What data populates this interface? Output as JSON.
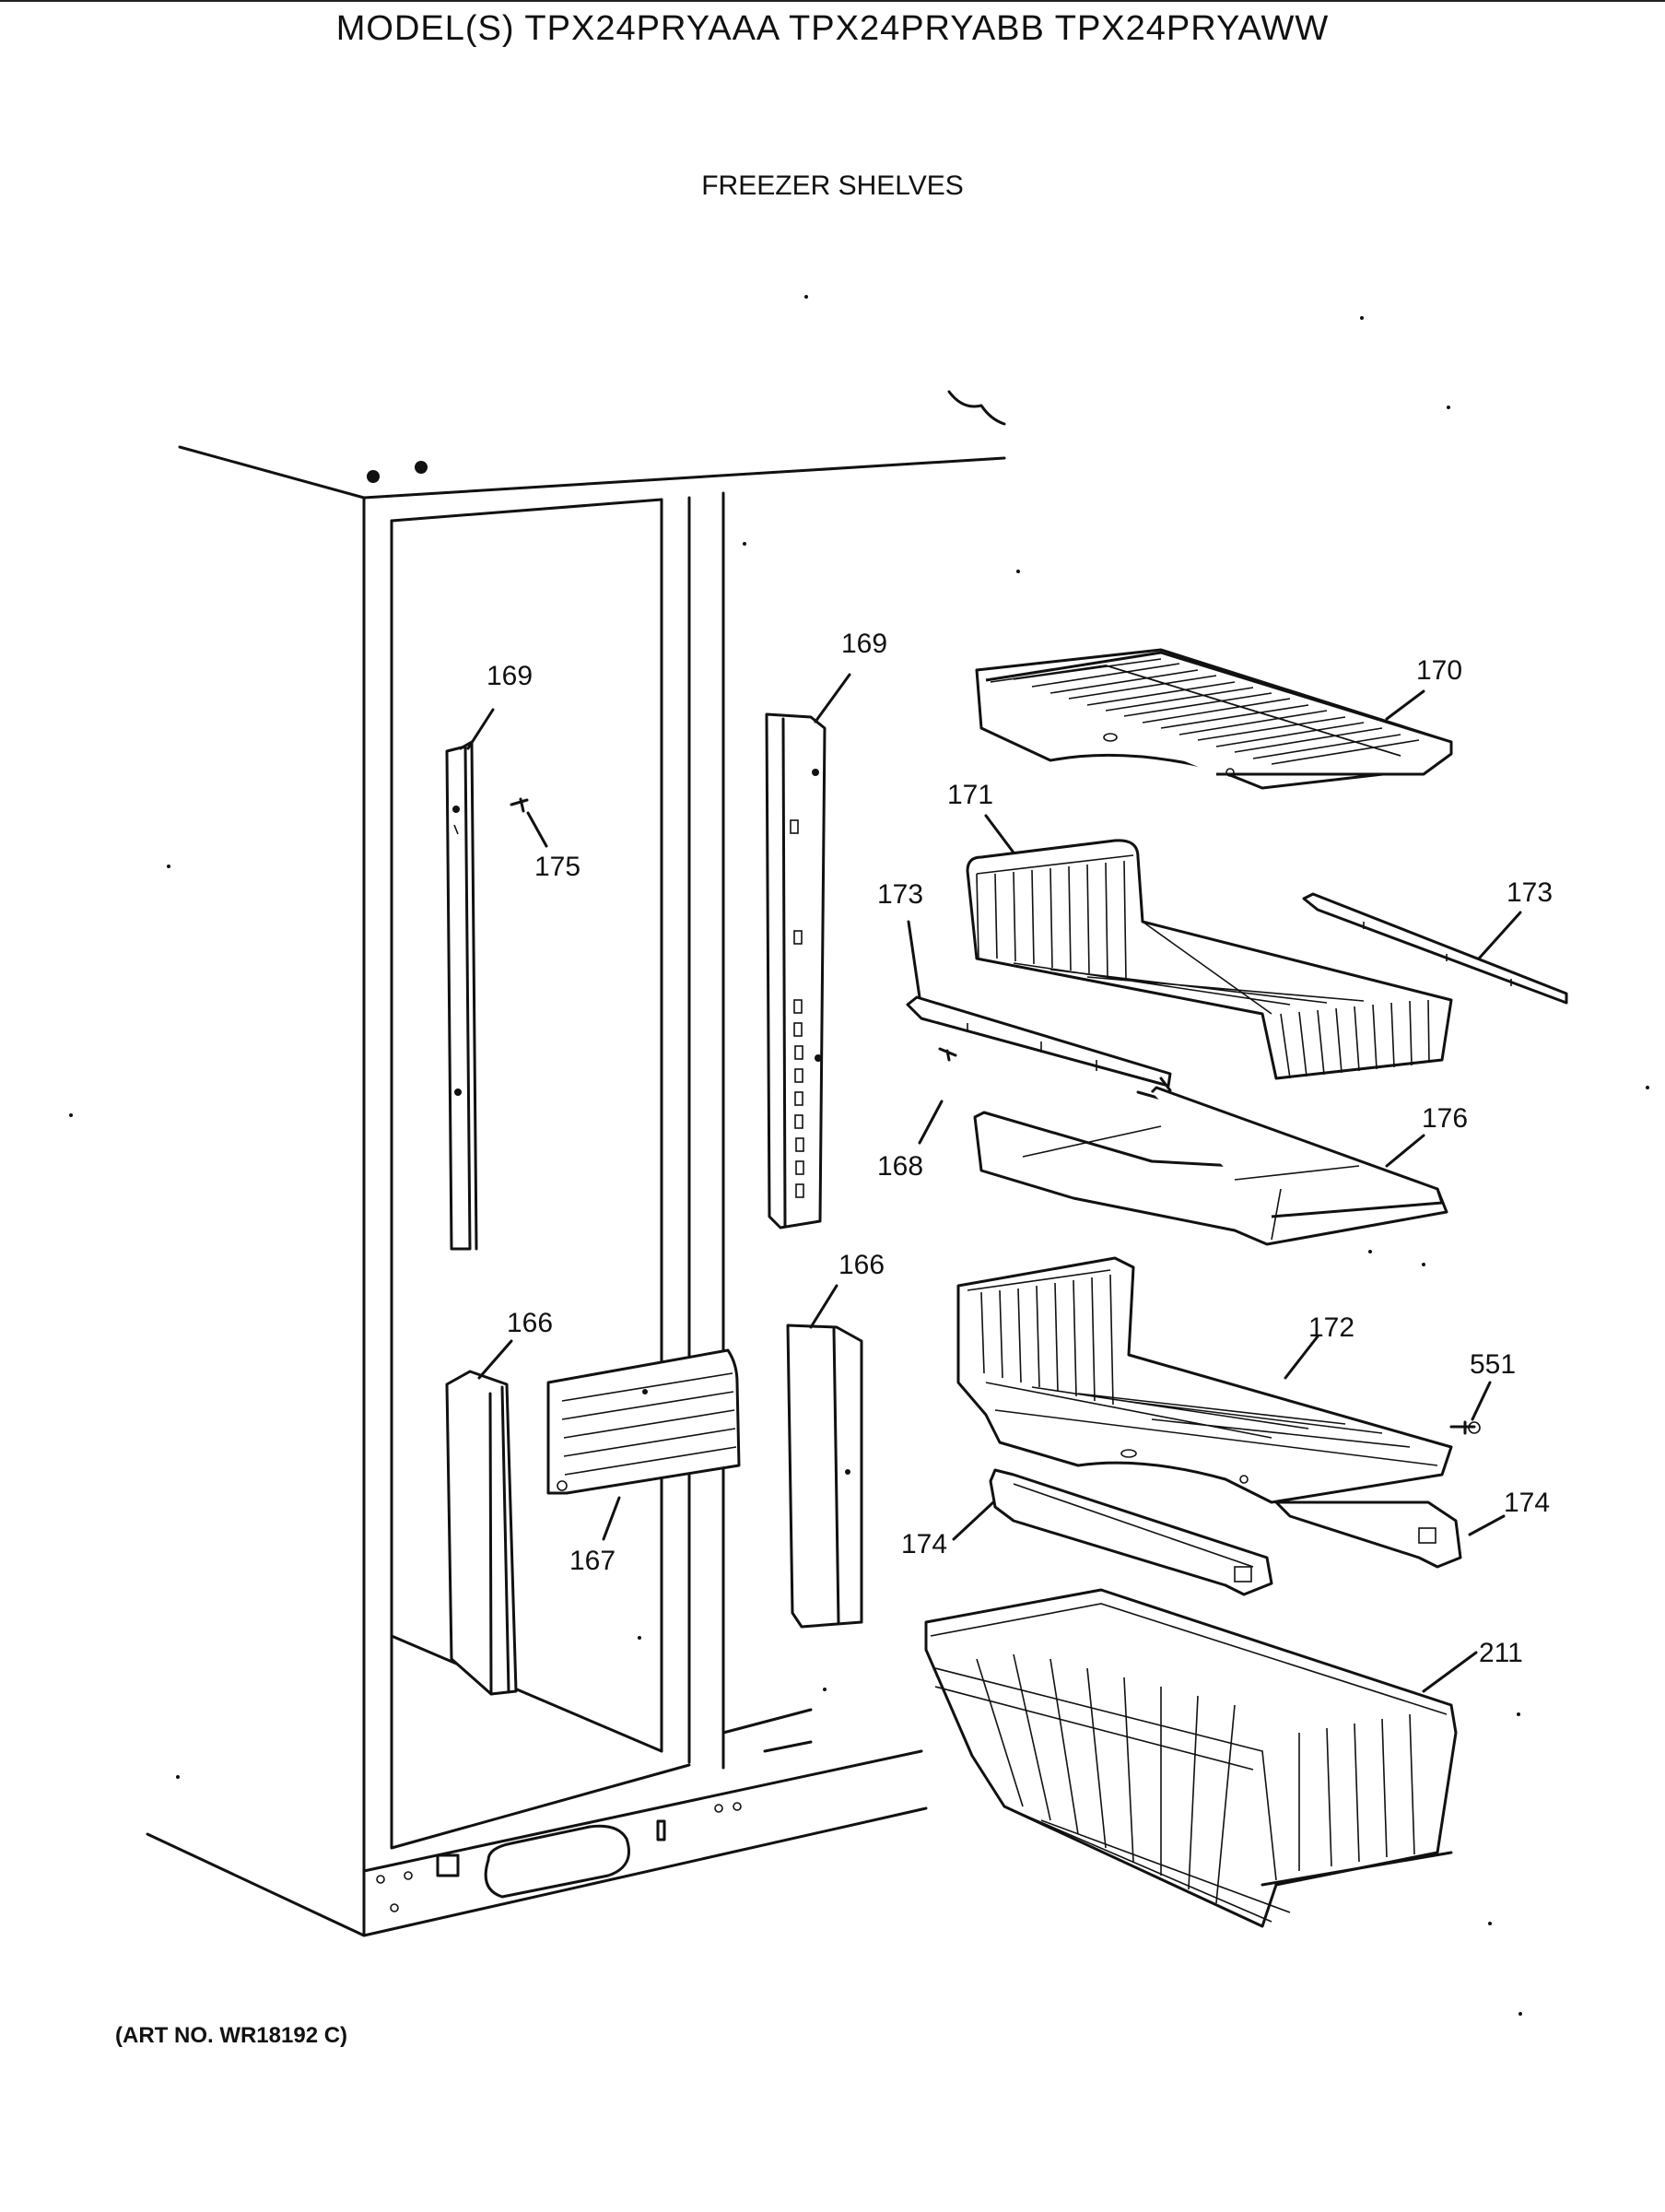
{
  "header": {
    "models": "MODEL(S) TPX24PRYAAA  TPX24PRYABB  TPX24PRYAWW",
    "section": "FREEZER SHELVES"
  },
  "footer": {
    "art_number": "(ART NO. WR18192 C)"
  },
  "callouts": {
    "c169_left": "169",
    "c169_right": "169",
    "c170": "170",
    "c171": "171",
    "c173_left": "173",
    "c173_right": "173",
    "c175": "175",
    "c168": "168",
    "c176": "176",
    "c166_left": "166",
    "c166_right": "166",
    "c167": "167",
    "c172": "172",
    "c551": "551",
    "c174_left": "174",
    "c174_right": "174",
    "c211": "211"
  }
}
